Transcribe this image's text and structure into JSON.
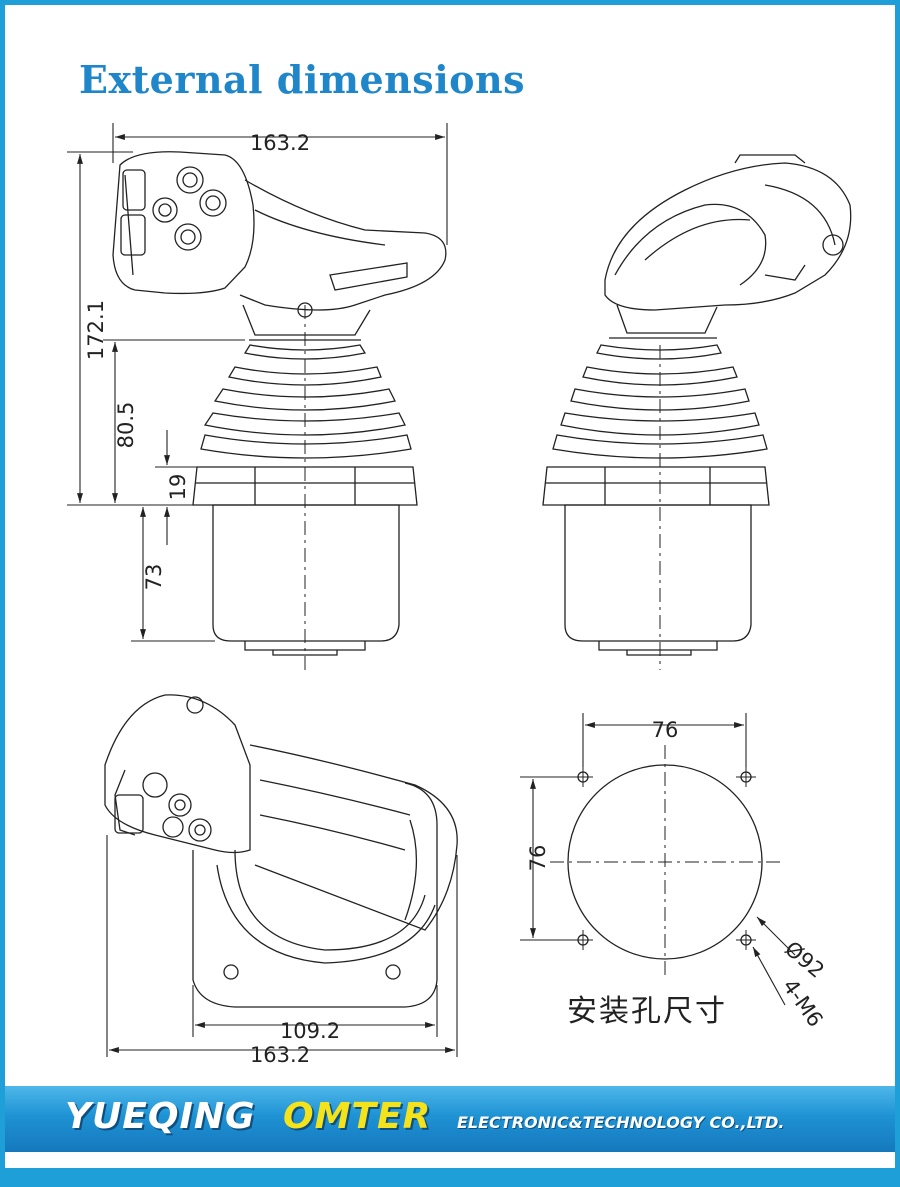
{
  "title": "External dimensions",
  "dimensions": {
    "width_top": "163.2",
    "height_total": "172.1",
    "height_upper": "80.5",
    "height_flange": "19",
    "height_body": "73",
    "width_bottom_inner": "109.2",
    "width_bottom_outer": "163.2",
    "hole_spacing_h": "76",
    "hole_spacing_v": "76",
    "diameter": "Ø92",
    "screws": "4-M6"
  },
  "mounting_label": "安装孔尺寸",
  "banner": {
    "name1": "YUEQING",
    "name2": "OMTER",
    "name3": "ELECTRONIC&TECHNOLOGY  CO.,LTD."
  },
  "colors": {
    "frame": "#1e9fd8",
    "title": "#1e86c9",
    "brand_yellow": "#f4e21b"
  }
}
